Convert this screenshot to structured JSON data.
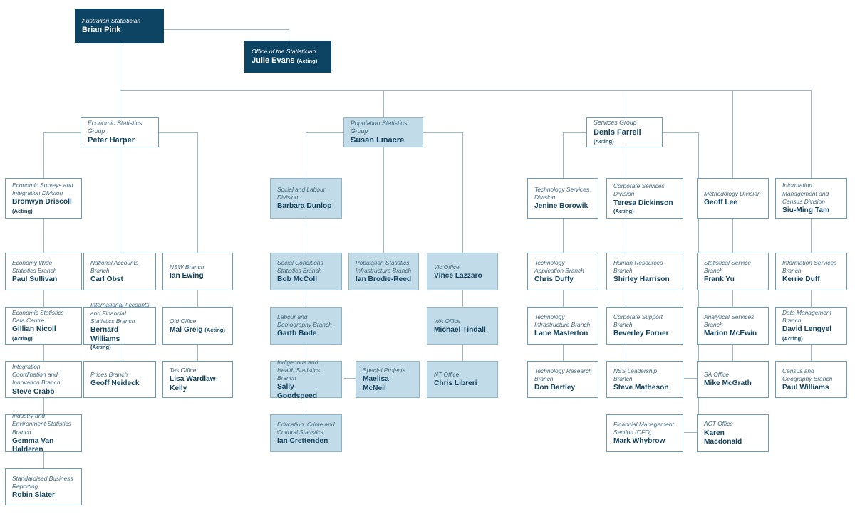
{
  "chart": {
    "type": "org-chart",
    "organisation": "Australian Bureau of Statistics",
    "colors": {
      "dark_navy": "#0d4463",
      "light_blue_fill": "#c2dbe8",
      "box_border": "#6c9cb5",
      "connector_line": "#9cb7c9",
      "title_text": "#3f6579",
      "name_text": "#13435e"
    },
    "acting_label": "(Acting)"
  },
  "nodes": {
    "australian_statistician": {
      "title": "Australian Statistician",
      "name": "Brian Pink",
      "acting": ""
    },
    "office_of_statistician": {
      "title": "Office of the Statistician",
      "name": "Julie Evans",
      "acting": "(Acting)"
    },
    "economic_group": {
      "title": "Economic Statistics Group",
      "name": "Peter Harper",
      "acting": ""
    },
    "population_group": {
      "title": "Population Statistics Group",
      "name": "Susan Linacre",
      "acting": ""
    },
    "services_group": {
      "title": "Services Group",
      "name": "Denis Farrell",
      "acting": "(Acting)"
    },
    "economic_surveys": {
      "title": "Economic Surveys and Integration Division",
      "name": "Bronwyn Driscoll",
      "acting": "(Acting)"
    },
    "economy_wide": {
      "title": "Economy Wide Statistics Branch",
      "name": "Paul Sullivan",
      "acting": ""
    },
    "economic_data_centre": {
      "title": "Economic Statistics Data Centre",
      "name": "Gillian Nicoll",
      "acting": "(Acting)"
    },
    "integration_coordination": {
      "title": "Integration, Coordination and Innovation Branch",
      "name": "Steve Crabb",
      "acting": ""
    },
    "industry_environment": {
      "title": "Industry and Environment Statistics Branch",
      "name": "Gemma Van Halderen",
      "acting": ""
    },
    "standardised_business": {
      "title": "Standardised Business Reporting",
      "name": "Robin Slater",
      "acting": ""
    },
    "national_accounts": {
      "title": "National Accounts Branch",
      "name": "Carl Obst",
      "acting": ""
    },
    "international_accounts": {
      "title": "International Accounts and Financial Statistics Branch",
      "name": "Bernard Williams",
      "acting": "(Acting)"
    },
    "prices_branch": {
      "title": "Prices Branch",
      "name": "Geoff Neideck",
      "acting": ""
    },
    "nsw_branch": {
      "title": "NSW Branch",
      "name": "Ian Ewing",
      "acting": ""
    },
    "qld_office": {
      "title": "Qld Office",
      "name": "Mal Greig",
      "acting": "(Acting)"
    },
    "tas_office": {
      "title": "Tas Office",
      "name": "Lisa Wardlaw-Kelly",
      "acting": ""
    },
    "social_labour": {
      "title": "Social and Labour Division",
      "name": "Barbara Dunlop",
      "acting": ""
    },
    "social_conditions": {
      "title": "Social Conditions Statistics Branch",
      "name": "Bob McColl",
      "acting": ""
    },
    "labour_demography": {
      "title": "Labour and Demography Branch",
      "name": "Garth Bode",
      "acting": ""
    },
    "indigenous_health": {
      "title": "Indigenous and Health Statistics Branch",
      "name": "Sally Goodspeed",
      "acting": ""
    },
    "education_crime": {
      "title": "Education, Crime and Cultural Statistics",
      "name": "Ian Crettenden",
      "acting": ""
    },
    "population_infrastructure": {
      "title": "Population Statistics Infrastructure Branch",
      "name": "Ian Brodie-Reed",
      "acting": ""
    },
    "special_projects": {
      "title": "Special Projects",
      "name": "Maelisa McNeil",
      "acting": ""
    },
    "vic_office": {
      "title": "Vic Office",
      "name": "Vince Lazzaro",
      "acting": ""
    },
    "wa_office": {
      "title": "WA Office",
      "name": "Michael Tindall",
      "acting": ""
    },
    "nt_office": {
      "title": "NT Office",
      "name": "Chris Libreri",
      "acting": ""
    },
    "technology_services": {
      "title": "Technology Services Division",
      "name": "Jenine Borowik",
      "acting": ""
    },
    "technology_application": {
      "title": "Technology Application Branch",
      "name": "Chris Duffy",
      "acting": ""
    },
    "technology_infrastructure": {
      "title": "Technology Infrastructure Branch",
      "name": "Lane Masterton",
      "acting": ""
    },
    "technology_research": {
      "title": "Technology Research Branch",
      "name": "Don Bartley",
      "acting": ""
    },
    "corporate_services": {
      "title": "Corporate Services Division",
      "name": "Teresa Dickinson",
      "acting": "(Acting)"
    },
    "human_resources": {
      "title": "Human Resources Branch",
      "name": "Shirley Harrison",
      "acting": ""
    },
    "corporate_support": {
      "title": "Corporate Support Branch",
      "name": "Beverley Forner",
      "acting": ""
    },
    "nss_leadership": {
      "title": "NSS Leadership Branch",
      "name": "Steve Matheson",
      "acting": ""
    },
    "financial_management": {
      "title": "Financial Management Section (CFO)",
      "name": "Mark Whybrow",
      "acting": ""
    },
    "methodology_division": {
      "title": "Methodology Division",
      "name": "Geoff Lee",
      "acting": ""
    },
    "statistical_service": {
      "title": "Statistical Service Branch",
      "name": "Frank Yu",
      "acting": ""
    },
    "analytical_services": {
      "title": "Analytical Services Branch",
      "name": "Marion McEwin",
      "acting": ""
    },
    "sa_office": {
      "title": "SA Office",
      "name": "Mike McGrath",
      "acting": ""
    },
    "act_office": {
      "title": "ACT Office",
      "name": "Karen Macdonald",
      "acting": ""
    },
    "information_management": {
      "title": "Information Management and Census Division",
      "name": "Siu-Ming Tam",
      "acting": ""
    },
    "information_services": {
      "title": "Information Services Branch",
      "name": "Kerrie Duff",
      "acting": ""
    },
    "data_management": {
      "title": "Data Management Branch",
      "name": "David Lengyel",
      "acting": "(Acting)"
    },
    "census_geography": {
      "title": "Census and Geography Branch",
      "name": "Paul Williams",
      "acting": ""
    }
  }
}
